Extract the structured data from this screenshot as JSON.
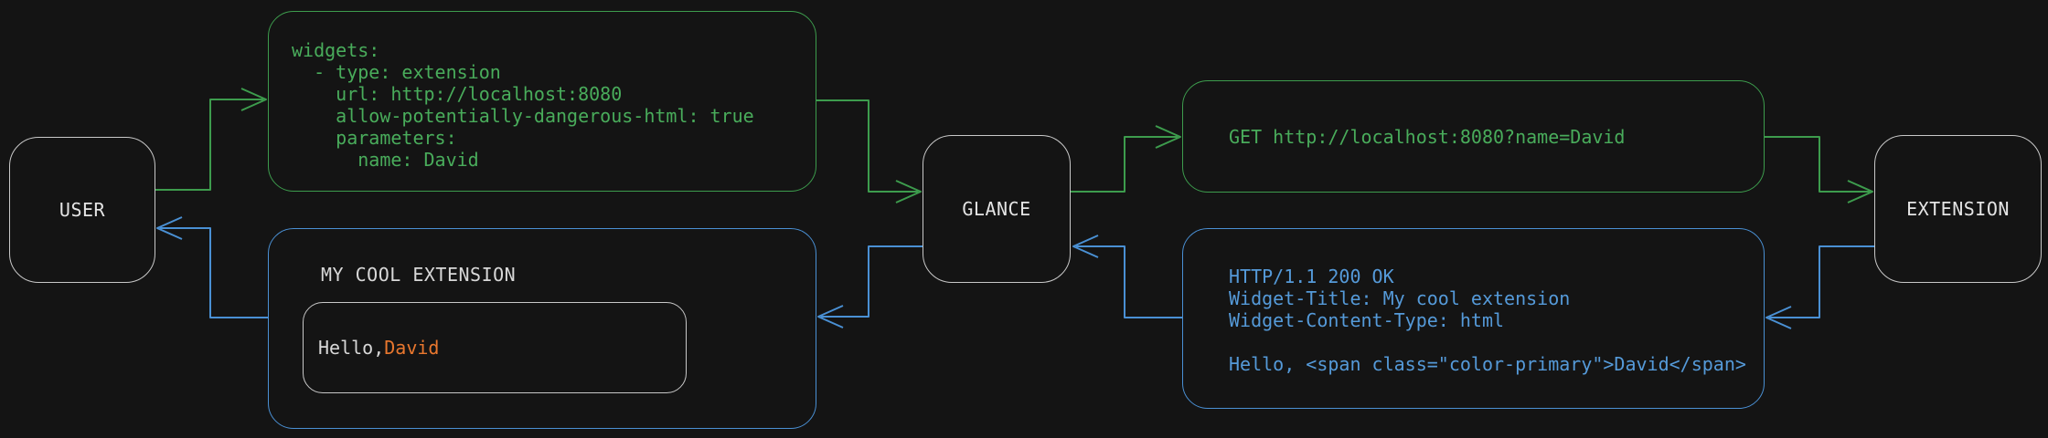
{
  "colors": {
    "background": "#141414",
    "request_green": "#3d9c4d",
    "green_text": "#49ac5b",
    "response_blue": "#4a90d4",
    "blue_text": "#559ad9",
    "node_border": "#c8c8c8",
    "node_text": "#e4e4e4",
    "light_text": "#d8d8d8",
    "accent_orange": "#e9772e"
  },
  "nodes": {
    "user": "USER",
    "glance": "GLANCE",
    "extension": "EXTENSION"
  },
  "boxes": {
    "config": {
      "code": "widgets:\n  - type: extension\n    url: http://localhost:8080\n    allow-potentially-dangerous-html: true\n    parameters:\n      name: David"
    },
    "request": {
      "code": "GET http://localhost:8080?name=David"
    },
    "response": {
      "code": "HTTP/1.1 200 OK\nWidget-Title: My cool extension\nWidget-Content-Type: html\n\nHello, <span class=\"color-primary\">David</span>"
    },
    "widget_preview": {
      "title": "MY COOL EXTENSION",
      "greeting_prefix": "Hello, ",
      "greeting_name": "David"
    }
  },
  "flow": [
    "user-to-config",
    "config-to-glance",
    "glance-to-request",
    "request-to-extension",
    "extension-to-response",
    "response-to-glance",
    "glance-to-widget",
    "widget-to-user"
  ]
}
